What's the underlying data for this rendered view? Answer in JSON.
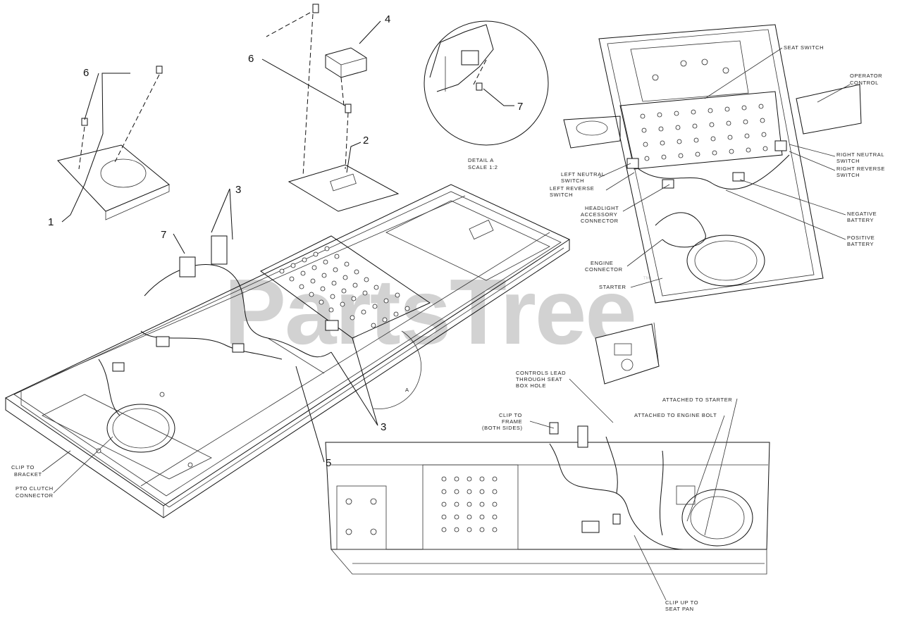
{
  "watermark": {
    "text": "PartsTree",
    "trademark": "™"
  },
  "callouts": {
    "c1": "1",
    "c2": "2",
    "c3a": "3",
    "c3b": "3",
    "c4": "4",
    "c5": "5",
    "c6a": "6",
    "c6b": "6",
    "c7a": "7",
    "c7b": "7"
  },
  "detail": {
    "title": "DETAIL A",
    "scale": "SCALE 1:2",
    "marker": "A"
  },
  "labels": {
    "seat_switch": "SEAT SWITCH",
    "operator_control": [
      "OPERATOR",
      "CONTROL"
    ],
    "right_neutral": [
      "RIGHT NEUTRAL",
      "SWITCH"
    ],
    "right_reverse": [
      "RIGHT REVERSE",
      "SWITCH"
    ],
    "left_neutral": [
      "LEFT NEUTRAL",
      "SWITCH"
    ],
    "left_reverse": [
      "LEFT REVERSE",
      "SWITCH"
    ],
    "headlight": [
      "HEADLIGHT",
      "ACCESSORY",
      "CONNECTOR"
    ],
    "negative_battery": [
      "NEGATIVE",
      "BATTERY"
    ],
    "positive_battery": [
      "POSITIVE",
      "BATTERY"
    ],
    "engine_connector": [
      "ENGINE",
      "CONNECTOR"
    ],
    "starter": "STARTER",
    "controls_lead": [
      "CONTROLS LEAD",
      "THROUGH SEAT",
      "BOX HOLE"
    ],
    "clip_frame": [
      "CLIP TO",
      "FRAME",
      "(BOTH SIDES)"
    ],
    "attached_starter": "ATTACHED TO STARTER",
    "attached_engine": "ATTACHED TO ENGINE BOLT",
    "clip_bracket": [
      "CLIP TO",
      "BRACKET"
    ],
    "pto_clutch": [
      "PTO CLUTCH",
      "CONNECTOR"
    ],
    "clip_bottom": [
      "CLIP UP TO",
      "SEAT PAN"
    ]
  }
}
